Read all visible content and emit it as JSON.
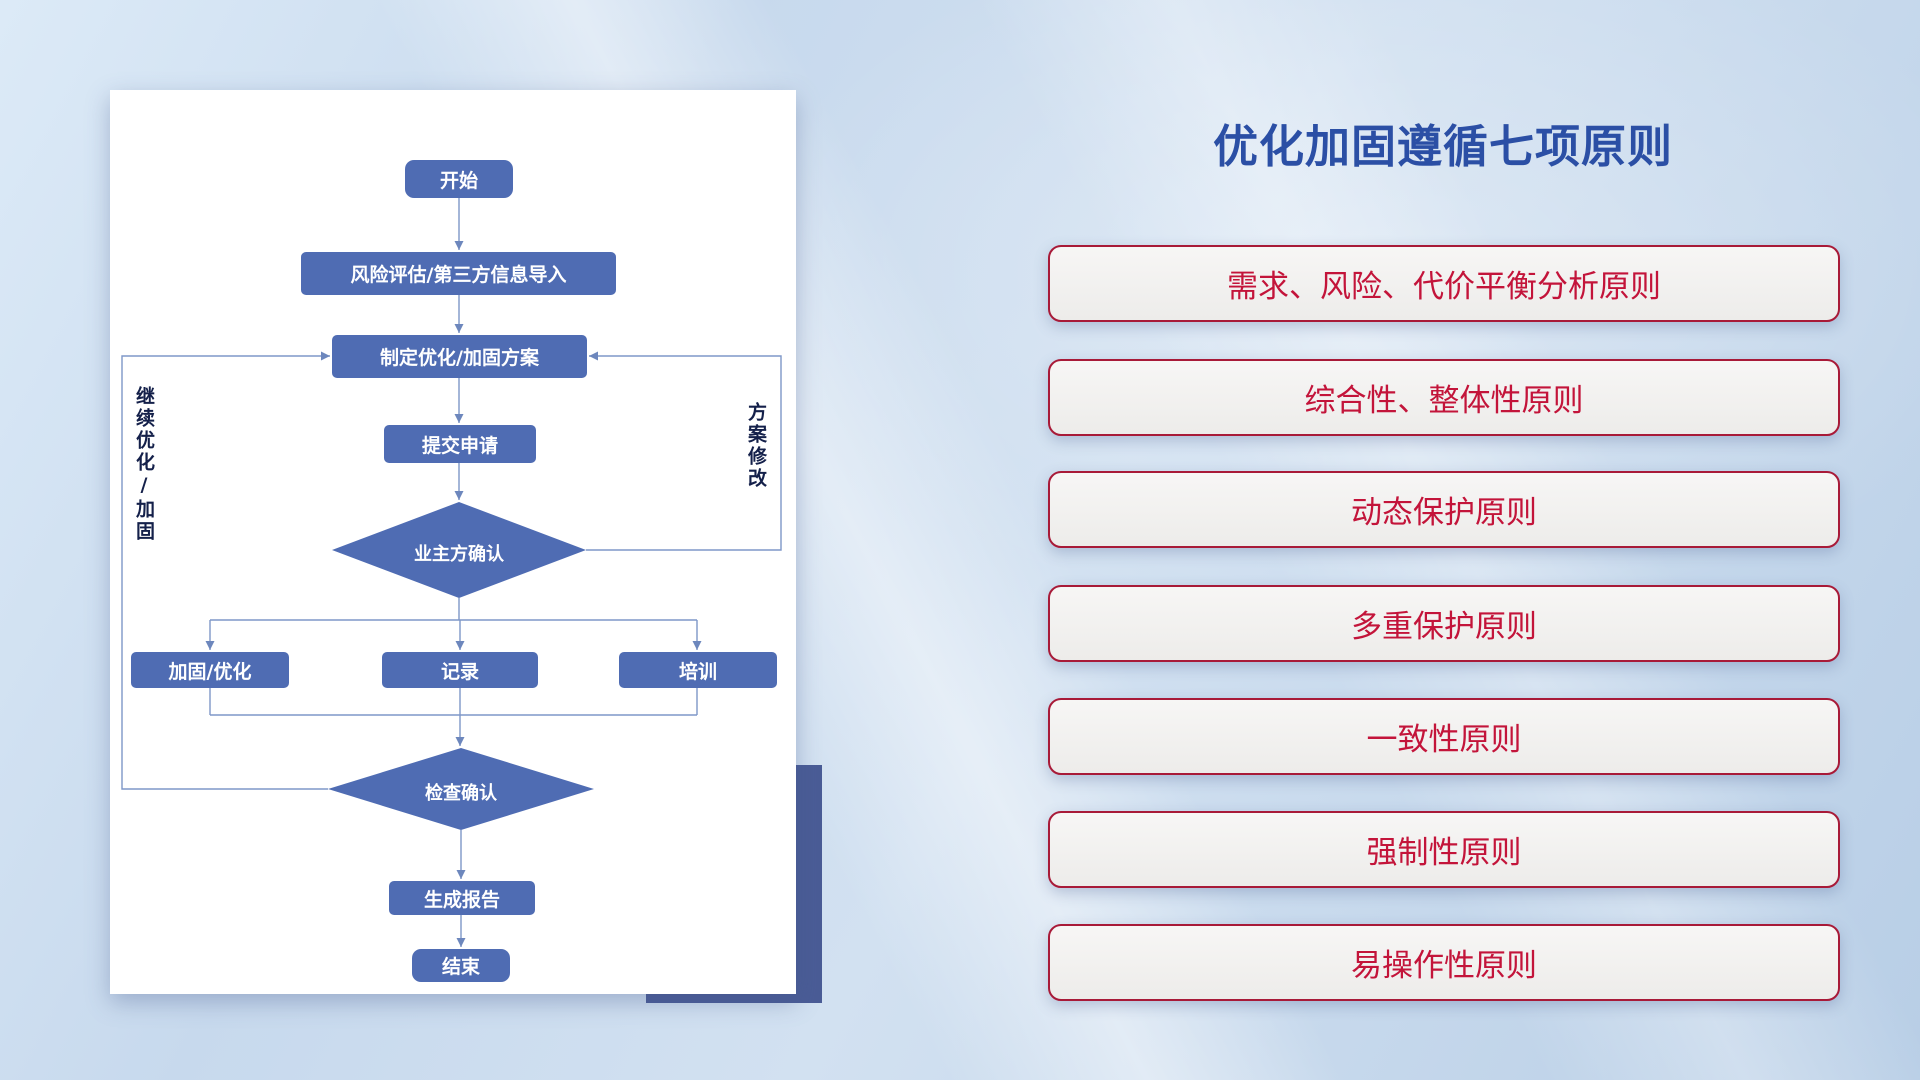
{
  "colors": {
    "background": "#cddcee",
    "node_blue": "#4f6cb3",
    "accent_block": "#4a5c96",
    "connector": "#7e97c8",
    "title_blue": "#2b4fa5",
    "principle_red": "#c3143a",
    "principle_card_bg": "#f1f0ef"
  },
  "flowchart": {
    "nodes": {
      "start": "开始",
      "risk_import": "风险评估/第三方信息导入",
      "make_plan": "制定优化/加固方案",
      "submit": "提交申请",
      "owner_confirm": "业主方确认",
      "harden": "加固/优化",
      "record": "记录",
      "training": "培训",
      "check_confirm": "检查确认",
      "report": "生成报告",
      "end": "结束"
    },
    "loop_labels": {
      "continue": "继续优化/加固",
      "modify": "方案修改"
    }
  },
  "principles": {
    "title": "优化加固遵循七项原则",
    "items": [
      {
        "label": "需求、风险、代价平衡分析原则"
      },
      {
        "label": "综合性、整体性原则"
      },
      {
        "label": "动态保护原则"
      },
      {
        "label": "多重保护原则"
      },
      {
        "label": "一致性原则"
      },
      {
        "label": "强制性原则"
      },
      {
        "label": "易操作性原则"
      }
    ]
  }
}
